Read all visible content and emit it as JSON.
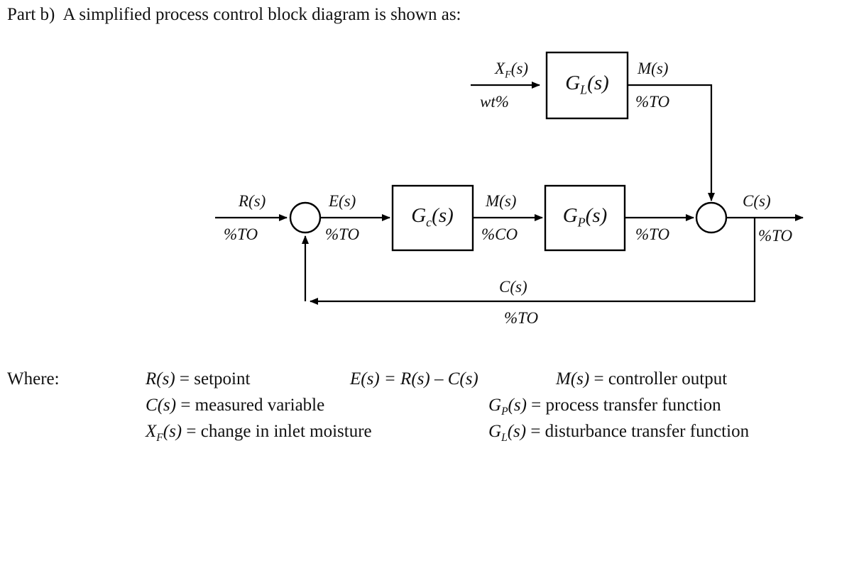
{
  "title": "Part b)  A simplified process control block diagram is shown as:",
  "diagram": {
    "blocks": {
      "gl": {
        "base": "G",
        "sub": "L",
        "arg": "(s)"
      },
      "gc": {
        "base": "G",
        "sub": "c",
        "arg": "(s)"
      },
      "gp": {
        "base": "G",
        "sub": "P",
        "arg": "(s)"
      }
    },
    "signals": {
      "xf": {
        "base": "X",
        "sub": "F",
        "arg": "(s)"
      },
      "xf_unit": "wt%",
      "gl_out": "M(s)",
      "gl_out_unit": "%TO",
      "r": "R(s)",
      "r_unit": "%TO",
      "e": "E(s)",
      "e_unit": "%TO",
      "m": "M(s)",
      "m_unit": "%CO",
      "gp_out_unit": "%TO",
      "c": "C(s)",
      "c_unit": "%TO",
      "fb": "C(s)",
      "fb_unit": "%TO"
    }
  },
  "legend": {
    "where": "Where:",
    "items": [
      {
        "base": "R",
        "sub": "",
        "arg": "(s)",
        "rest": " = setpoint"
      },
      {
        "base": "E",
        "sub": "",
        "arg": "(s)",
        "rest": " = R(s) – C(s)"
      },
      {
        "base": "M",
        "sub": "",
        "arg": "(s)",
        "rest": " = controller output"
      },
      {
        "base": "C",
        "sub": "",
        "arg": "(s)",
        "rest": " = measured variable"
      },
      {
        "base": "G",
        "sub": "P",
        "arg": "(s)",
        "rest": " = process transfer function"
      },
      {
        "base": "X",
        "sub": "F",
        "arg": "(s)",
        "rest": " = change in inlet moisture"
      },
      {
        "base": "G",
        "sub": "L",
        "arg": "(s)",
        "rest": " = disturbance transfer function"
      }
    ]
  },
  "colors": {
    "stroke": "#000000",
    "text": "#111111",
    "background": "#ffffff"
  }
}
